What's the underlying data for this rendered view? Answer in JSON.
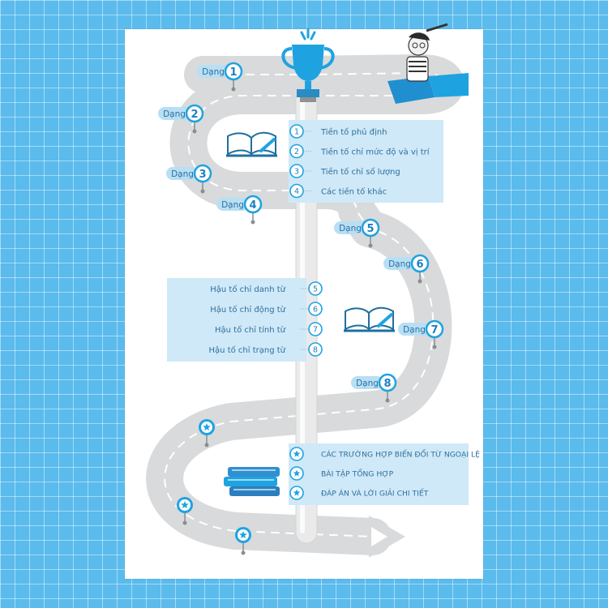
{
  "markers": [
    {
      "word": "Dạng",
      "num": "1"
    },
    {
      "word": "Dạng",
      "num": "2"
    },
    {
      "word": "Dạng",
      "num": "3"
    },
    {
      "word": "Dạng",
      "num": "4"
    },
    {
      "word": "Dạng",
      "num": "5"
    },
    {
      "word": "Dạng",
      "num": "6"
    },
    {
      "word": "Dạng",
      "num": "7"
    },
    {
      "word": "Dạng",
      "num": "8"
    }
  ],
  "prefix_list": [
    {
      "num": "1",
      "text": "Tiền tố phủ định"
    },
    {
      "num": "2",
      "text": "Tiền tố chỉ mức độ và vị trí"
    },
    {
      "num": "3",
      "text": "Tiền tố chỉ số lượng"
    },
    {
      "num": "4",
      "text": "Các tiền tố khác"
    }
  ],
  "suffix_list": [
    {
      "num": "5",
      "text": "Hậu tố chỉ danh từ"
    },
    {
      "num": "6",
      "text": "Hậu tố chỉ động từ"
    },
    {
      "num": "7",
      "text": "Hậu tố chỉ tính từ"
    },
    {
      "num": "8",
      "text": "Hậu tố chỉ trạng từ"
    }
  ],
  "final_list": [
    {
      "text": "CÁC TRƯỜNG HỢP BIẾN ĐỔI TỪ NGOẠI LỆ"
    },
    {
      "text": "BÀI TẬP TỔNG HỢP"
    },
    {
      "text": "ĐÁP ÁN VÀ LỜI GIẢI CHI TIẾT"
    }
  ],
  "colors": {
    "accent": "#1fa3e0",
    "road": "#d9dadb",
    "panel": "#cfe9f8",
    "text": "#2d6fa0"
  }
}
